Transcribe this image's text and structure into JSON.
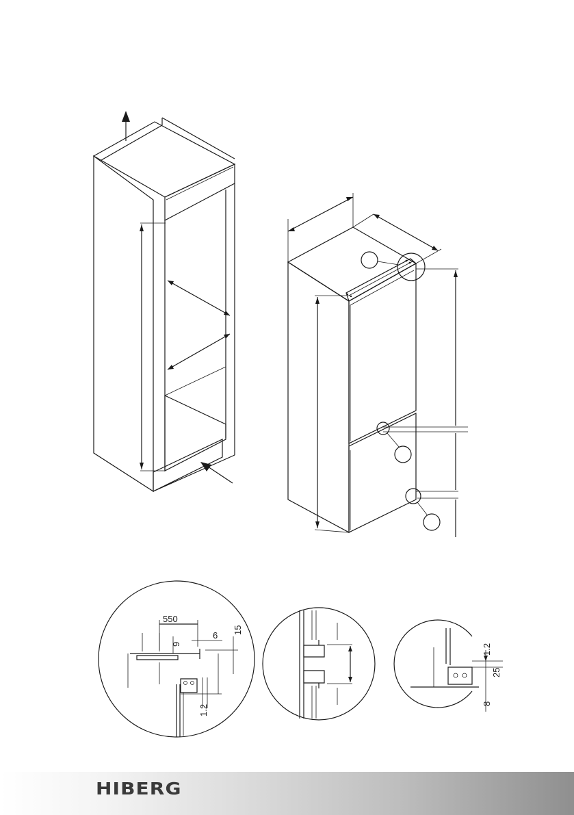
{
  "dimensions": {
    "top_width": "550",
    "top_gap": "6",
    "top_depth_offset": "15",
    "top_height": "9",
    "top_hinge_gap": "1.2",
    "bottom_gap": "1.2",
    "bottom_offset": "25",
    "bottom_clearance": "8"
  },
  "footer": {
    "brand": "HIBERG"
  }
}
